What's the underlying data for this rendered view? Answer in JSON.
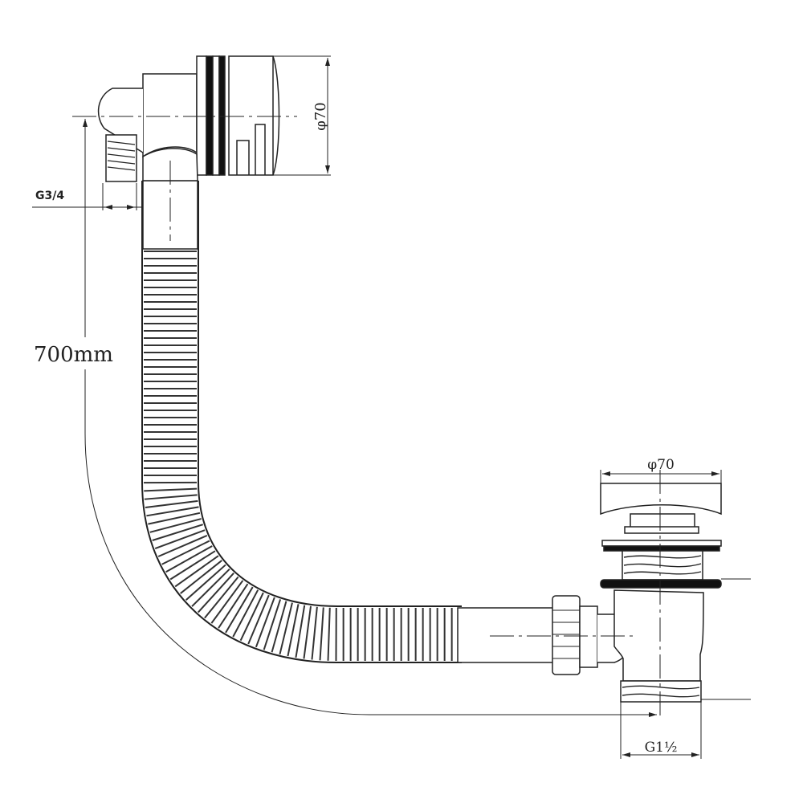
{
  "dimensions": {
    "overflow_diameter": "φ70",
    "overflow_thread": "G3/4",
    "hose_length": "700mm",
    "waste_diameter": "φ70",
    "waste_thread": "G1½"
  },
  "colors": {
    "line": "#222222",
    "background": "#ffffff"
  }
}
